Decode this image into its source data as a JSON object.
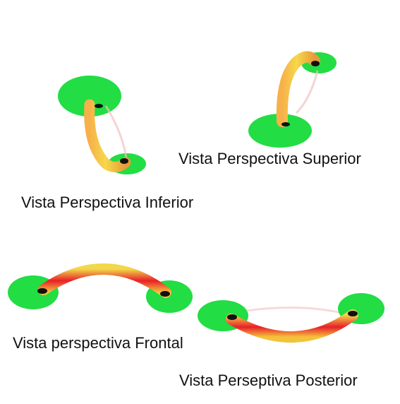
{
  "views": [
    {
      "id": "inferior",
      "label": "Vista Perspectiva Inferior"
    },
    {
      "id": "superior",
      "label": "Vista Perspectiva Superior"
    },
    {
      "id": "frontal",
      "label": "Vista perspectiva Frontal"
    },
    {
      "id": "posterior",
      "label": "Vista Perseptiva Posterior"
    }
  ],
  "colors": {
    "background": "#ffffff",
    "pad": "#22dd44",
    "tube_outer": "#f5c53a",
    "tube_inner": "#e8202a",
    "hole": "#111111",
    "caption": "#111111"
  }
}
